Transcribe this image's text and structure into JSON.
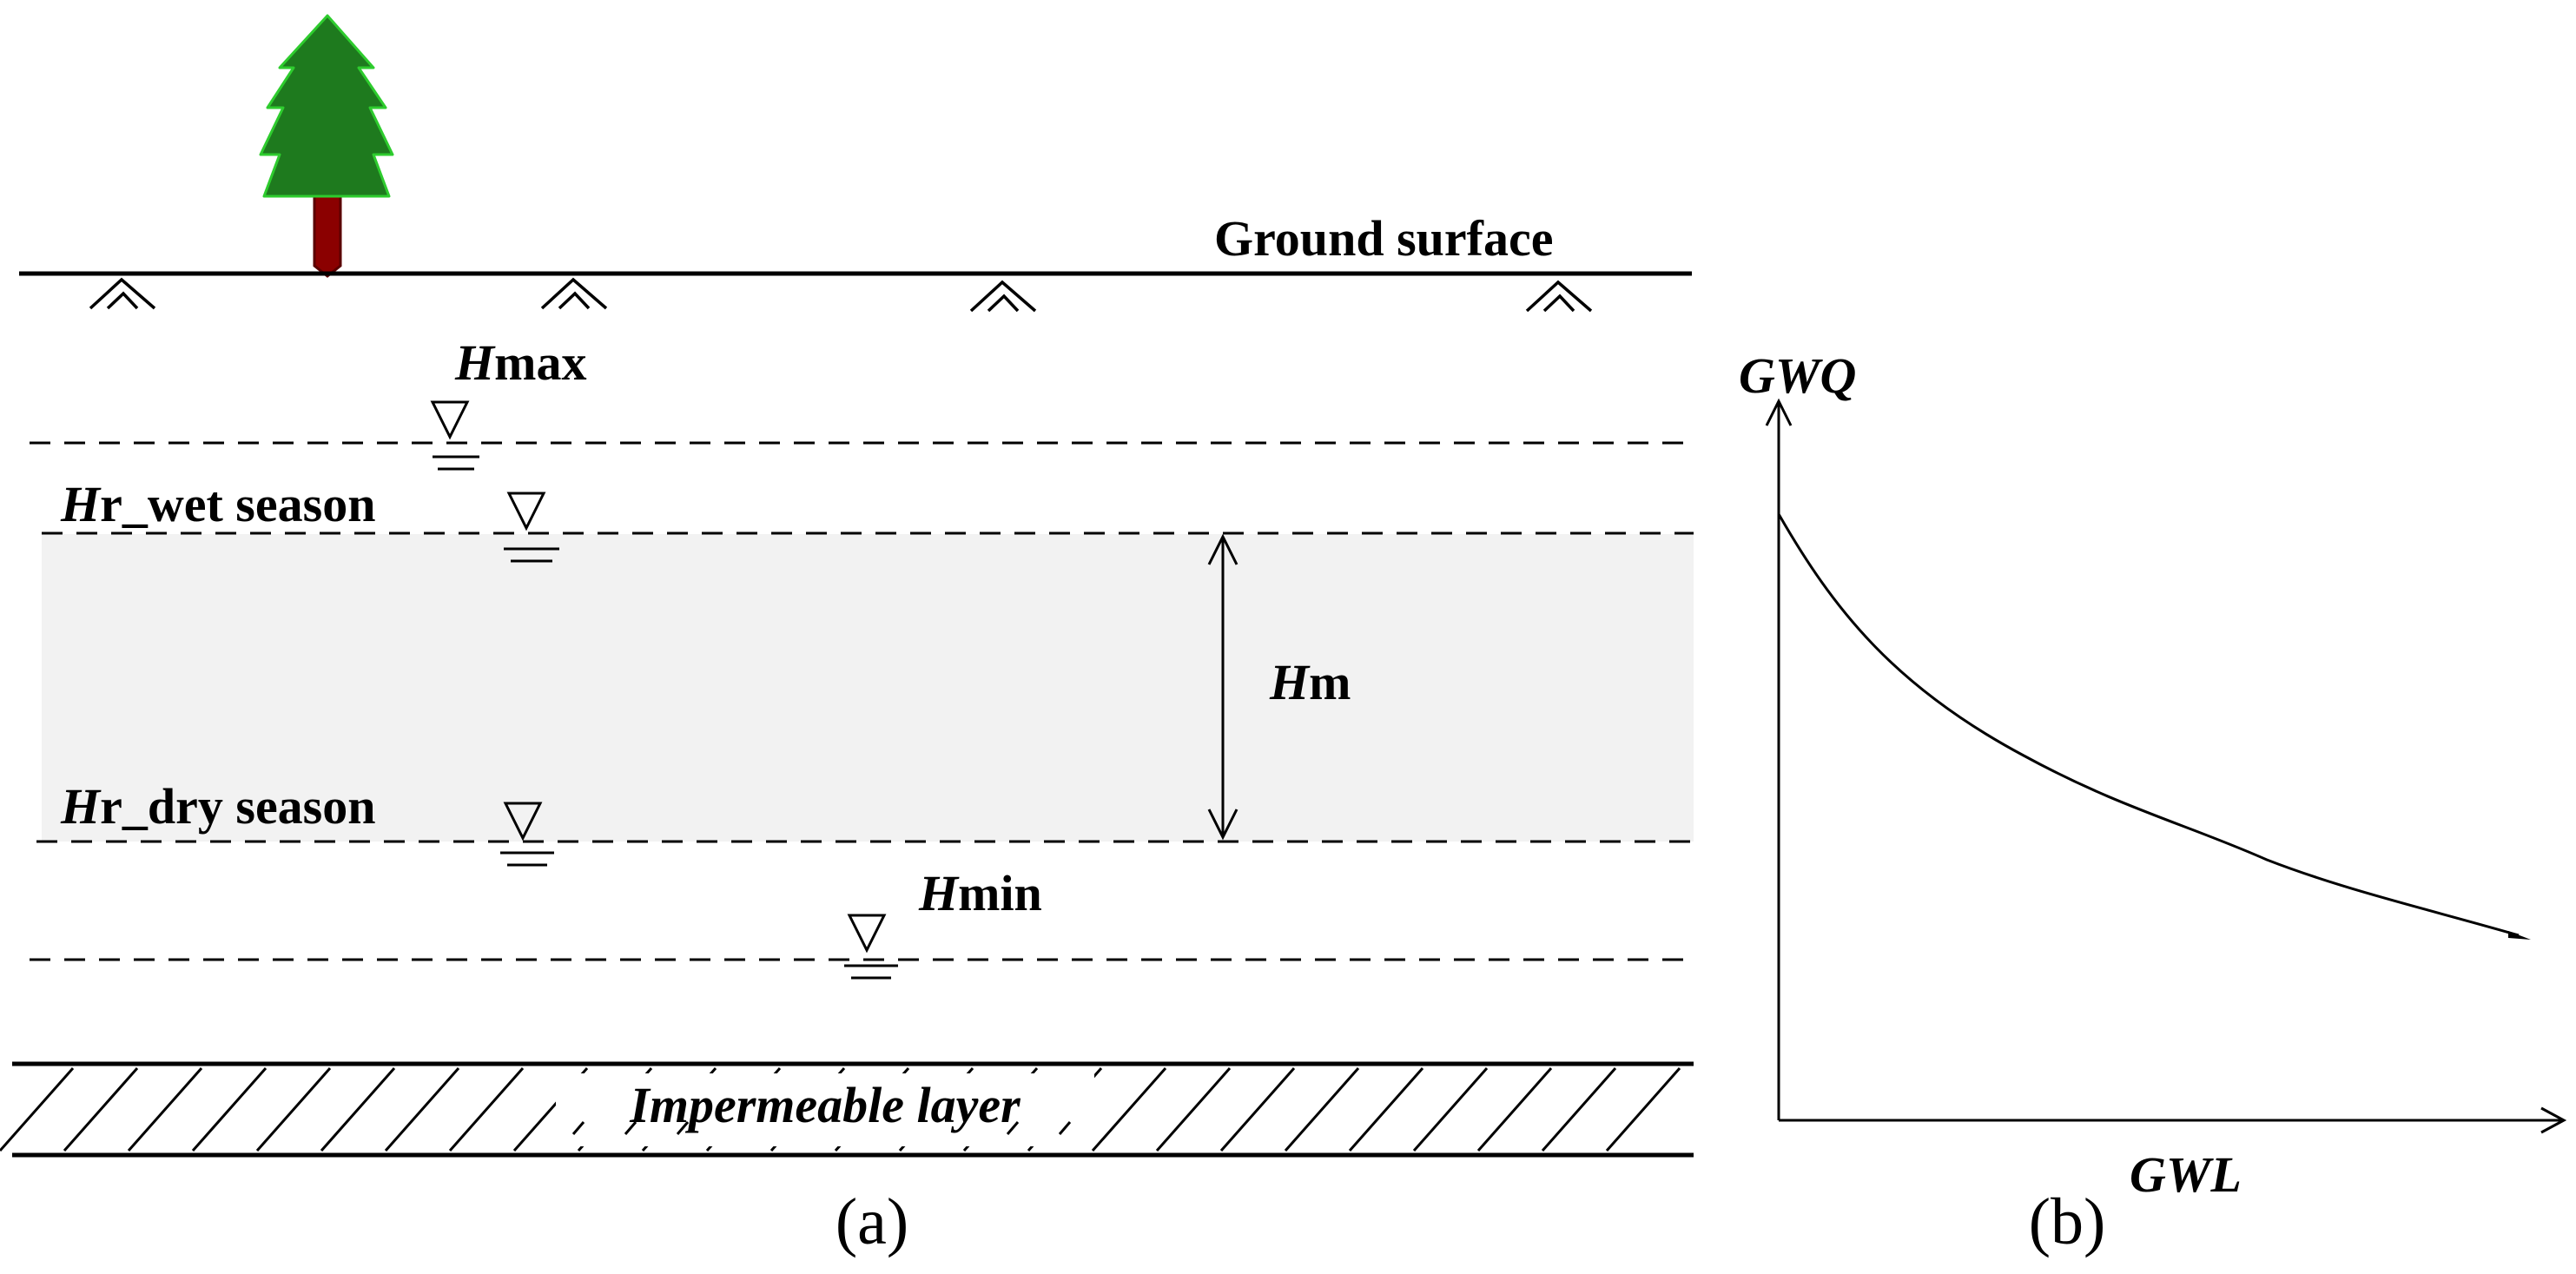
{
  "panel_a": {
    "ground_surface": "Ground surface",
    "hmax": {
      "italic": "H",
      "rest": "max"
    },
    "hr_wet": {
      "italic": "H",
      "rest": "r_wet season"
    },
    "hm": {
      "italic": "H",
      "rest": "m"
    },
    "hr_dry": {
      "italic": "H",
      "rest": "r_dry season"
    },
    "hmin": {
      "italic": "H",
      "rest": "min"
    },
    "impermeable_layer": "Impermeable layer",
    "caption": "(a)"
  },
  "panel_b": {
    "y_axis_label": "GWQ",
    "x_axis_label": "GWL",
    "caption": "(b)"
  },
  "colors": {
    "tree_foliage": "#1e7a1e",
    "tree_outline": "#2ecc2e",
    "tree_trunk": "#8b0000",
    "fluctuation_zone": "#f2f2f2"
  }
}
